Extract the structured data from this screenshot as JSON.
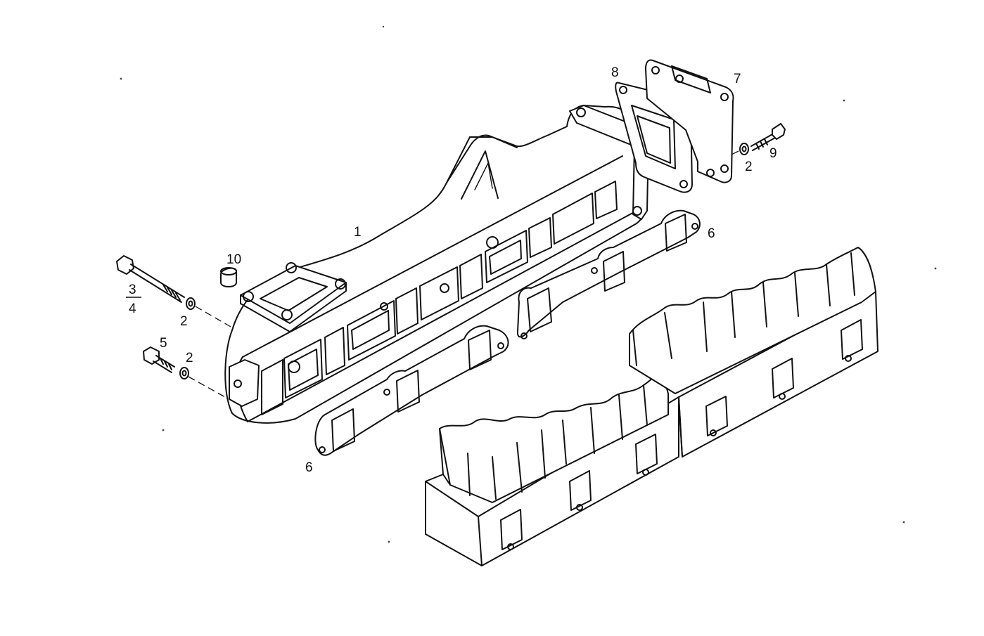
{
  "callouts": [
    {
      "id": "c1",
      "text": "1"
    },
    {
      "id": "c2a",
      "text": "2"
    },
    {
      "id": "c2b",
      "text": "2"
    },
    {
      "id": "c2c",
      "text": "2"
    },
    {
      "id": "c3",
      "text": "3"
    },
    {
      "id": "c4",
      "text": "4"
    },
    {
      "id": "c5",
      "text": "5"
    },
    {
      "id": "c6a",
      "text": "6"
    },
    {
      "id": "c6b",
      "text": "6"
    },
    {
      "id": "c7",
      "text": "7"
    },
    {
      "id": "c8",
      "text": "8"
    },
    {
      "id": "c9",
      "text": "9"
    },
    {
      "id": "c10",
      "text": "10"
    }
  ]
}
